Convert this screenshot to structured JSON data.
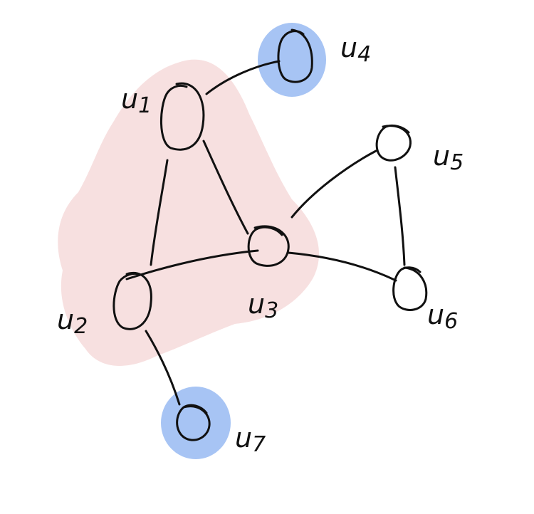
{
  "highlight_colors": {
    "cluster": "#f7e0e0",
    "selected": "#a7c4f4"
  },
  "nodes": [
    {
      "id": "u1",
      "letter": "u",
      "index": "1",
      "highlight": "none"
    },
    {
      "id": "u2",
      "letter": "u",
      "index": "2",
      "highlight": "none"
    },
    {
      "id": "u3",
      "letter": "u",
      "index": "3",
      "highlight": "none"
    },
    {
      "id": "u4",
      "letter": "u",
      "index": "4",
      "highlight": "selected"
    },
    {
      "id": "u5",
      "letter": "u",
      "index": "5",
      "highlight": "none"
    },
    {
      "id": "u6",
      "letter": "u",
      "index": "6",
      "highlight": "none"
    },
    {
      "id": "u7",
      "letter": "u",
      "index": "7",
      "highlight": "selected"
    }
  ],
  "edges": [
    [
      "u1",
      "u4"
    ],
    [
      "u1",
      "u2"
    ],
    [
      "u1",
      "u3"
    ],
    [
      "u2",
      "u3"
    ],
    [
      "u2",
      "u7"
    ],
    [
      "u3",
      "u5"
    ],
    [
      "u3",
      "u6"
    ],
    [
      "u5",
      "u6"
    ]
  ],
  "cluster": [
    "u1",
    "u2",
    "u3"
  ]
}
